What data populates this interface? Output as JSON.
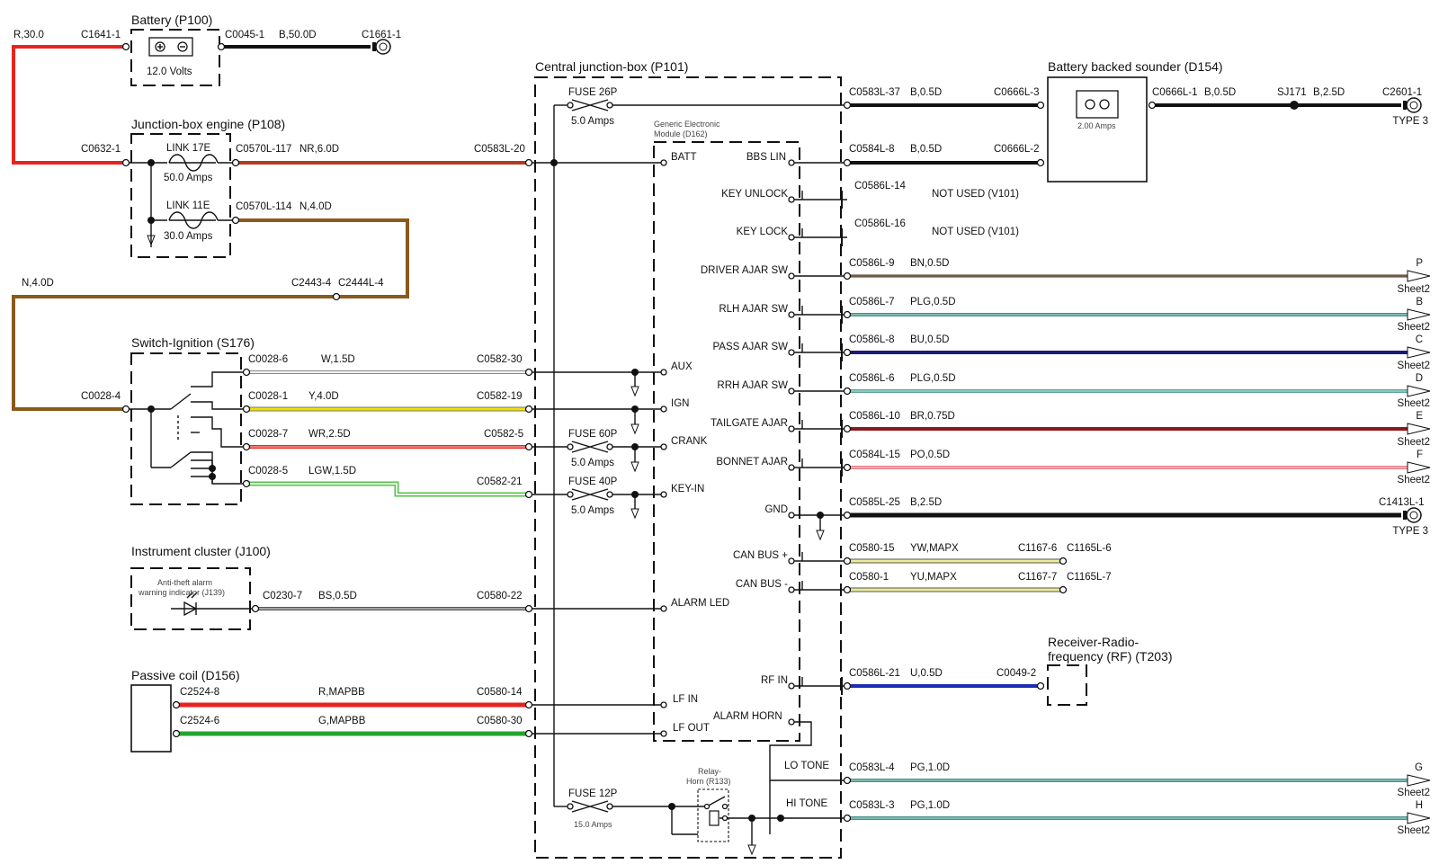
{
  "colors": {
    "red": "#e8231f",
    "darkred": "#b43a1f",
    "brown": "#8a5a1c",
    "black": "#111111",
    "white": "#f2f2ee",
    "yellow": "#f2e100",
    "lightgreen": "#8ee87a",
    "green": "#21a52d",
    "grey": "#9a9a9a",
    "navy": "#1a1a7a",
    "teal": "#5da39a",
    "blue": "#1c2db0",
    "pink": "#e87d86",
    "maroon": "#8b1a1a",
    "paleyellow": "#ecea9a",
    "teal2": "#4a8f86"
  },
  "components": {
    "battery": {
      "title": "Battery (P100)",
      "voltage": "12.0 Volts"
    },
    "jbe": {
      "title": "Junction-box engine (P108)",
      "link1": "LINK 17E",
      "link1_amps": "50.0 Amps",
      "link2": "LINK 11E",
      "link2_amps": "30.0 Amps"
    },
    "ign": {
      "title": "Switch-Ignition (S176)"
    },
    "cluster": {
      "title": "Instrument cluster (J100)",
      "led_line1": "Anti-theft alarm",
      "led_line2": "warning indicator (J139)"
    },
    "coil": {
      "title": "Passive coil (D156)"
    },
    "cjb": {
      "title": "Central junction-box (P101)",
      "fuse26": "FUSE 26P",
      "fuse26_amps": "5.0 Amps",
      "fuse60": "FUSE 60P",
      "fuse60_amps": "5.0 Amps",
      "fuse40": "FUSE 40P",
      "fuse40_amps": "5.0 Amps",
      "fuse12": "FUSE 12P",
      "fuse12_amps": "15.0 Amps",
      "relay_line1": "Relay-",
      "relay_line2": "Horn (R133)"
    },
    "gem": {
      "title_line1": "Generic Electronic",
      "title_line2": "Module (D162)"
    },
    "sounder": {
      "title": "Battery backed sounder (D154)",
      "amps": "2.00 Amps"
    },
    "rf": {
      "title_line1": "Receiver-Radio-",
      "title_line2": "frequency (RF) (T203)"
    }
  },
  "pins": {
    "batt": "BATT",
    "bbs_lin": "BBS LIN",
    "key_unlock": "KEY UNLOCK",
    "key_lock": "KEY LOCK",
    "driver_ajar": "DRIVER AJAR SW",
    "rlh_ajar": "RLH AJAR SW",
    "pass_ajar": "PASS AJAR SW",
    "rrh_ajar": "RRH AJAR SW",
    "tailgate_ajar": "TAILGATE AJAR",
    "bonnet_ajar": "BONNET AJAR",
    "gnd": "GND",
    "can_plus": "CAN BUS +",
    "can_minus": "CAN BUS -",
    "aux": "AUX",
    "ign": "IGN",
    "crank": "CRANK",
    "key_in": "KEY-IN",
    "alarm_led": "ALARM LED",
    "rf_in": "RF IN",
    "lf_in": "LF IN",
    "lf_out": "LF OUT",
    "alarm_horn": "ALARM HORN",
    "lo_tone": "LO TONE",
    "hi_tone": "HI TONE"
  },
  "connectors": {
    "c1641_1": "C1641-1",
    "c0045_1": "C0045-1",
    "c1661_1": "C1661-1",
    "c0632_1": "C0632-1",
    "c0570l_117": "C0570L-117",
    "c0570l_114": "C0570L-114",
    "c0583l_20": "C0583L-20",
    "c2443_4": "C2443-4",
    "c2444l_4": "C2444L-4",
    "c0028_4": "C0028-4",
    "c0028_6": "C0028-6",
    "c0028_1": "C0028-1",
    "c0028_7": "C0028-7",
    "c0028_5": "C0028-5",
    "c0582_30": "C0582-30",
    "c0582_19": "C0582-19",
    "c0582_5": "C0582-5",
    "c0582_21": "C0582-21",
    "c0230_7": "C0230-7",
    "c0580_22": "C0580-22",
    "c2524_8": "C2524-8",
    "c2524_6": "C2524-6",
    "c0580_14": "C0580-14",
    "c0580_30": "C0580-30",
    "c0583l_37": "C0583L-37",
    "c0666l_3": "C0666L-3",
    "c0584l_8": "C0584L-8",
    "c0666l_2": "C0666L-2",
    "c0666l_1": "C0666L-1",
    "sj171": "SJ171",
    "c2601_1": "C2601-1",
    "c0586l_14": "C0586L-14",
    "c0586l_16": "C0586L-16",
    "c0586l_9": "C0586L-9",
    "c0586l_7": "C0586L-7",
    "c0586l_8": "C0586L-8",
    "c0586l_6": "C0586L-6",
    "c0586l_10": "C0586L-10",
    "c0584l_15": "C0584L-15",
    "c0585l_25": "C0585L-25",
    "c1413l_1": "C1413L-1",
    "c0580_15": "C0580-15",
    "c0580_1": "C0580-1",
    "c1167_6": "C1167-6",
    "c1165l_6": "C1165L-6",
    "c1167_7": "C1167-7",
    "c1165l_7": "C1165L-7",
    "c0586l_21": "C0586L-21",
    "c0049_2": "C0049-2",
    "c0583l_4": "C0583L-4",
    "c0583l_3": "C0583L-3"
  },
  "wires": {
    "r30": "R,30.0",
    "b50": "B,50.0D",
    "nr6": "NR,6.0D",
    "n4a": "N,4.0D",
    "n4b": "N,4.0D",
    "w15": "W,1.5D",
    "y40": "Y,4.0D",
    "wr25": "WR,2.5D",
    "lgw15": "LGW,1.5D",
    "bs05": "BS,0.5D",
    "rmapbb": "R,MAPBB",
    "gmapbb": "G,MAPBB",
    "b05a": "B,0.5D",
    "b05b": "B,0.5D",
    "b05c": "B,0.5D",
    "b25a": "B,2.5D",
    "bn05": "BN,0.5D",
    "plg05a": "PLG,0.5D",
    "bu05": "BU,0.5D",
    "plg05b": "PLG,0.5D",
    "br075": "BR,0.75D",
    "po05": "PO,0.5D",
    "b25b": "B,2.5D",
    "ywmapx": "YW,MAPX",
    "yumapx": "YU,MAPX",
    "u05": "U,0.5D",
    "pg10a": "PG,1.0D",
    "pg10b": "PG,1.0D"
  },
  "notes": {
    "not_used_1": "NOT USED (V101)",
    "not_used_2": "NOT USED (V101)"
  },
  "sheet_refs": {
    "p": "P",
    "b": "B",
    "c": "C",
    "d": "D",
    "e": "E",
    "f": "F",
    "g": "G",
    "h": "H",
    "sheet": "Sheet2",
    "type3": "TYPE 3"
  }
}
